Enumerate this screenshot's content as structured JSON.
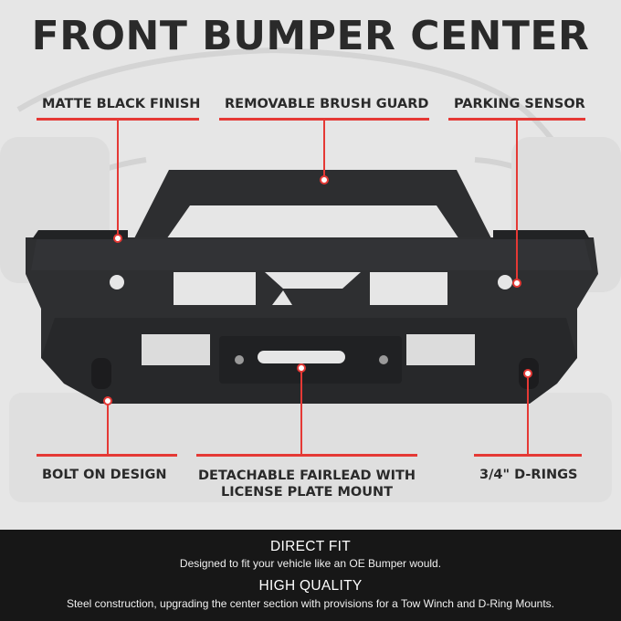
{
  "title": "FRONT BUMPER CENTER",
  "callouts": {
    "matte": "MATTE BLACK FINISH",
    "brush": "REMOVABLE BRUSH GUARD",
    "parking": "PARKING SENSOR",
    "bolt": "BOLT ON DESIGN",
    "fairlead_line1": "DETACHABLE FAIRLEAD WITH",
    "fairlead_line2": "LICENSE PLATE MOUNT",
    "drings": "3/4\" D-RINGS"
  },
  "footer": {
    "heading1": "DIRECT FIT",
    "text1": "Designed to fit your vehicle like an OE Bumper would.",
    "heading2": "HIGH QUALITY",
    "text2": "Steel construction, upgrading the center section with provisions for a Tow Winch and D-Ring Mounts."
  },
  "colors": {
    "accent": "#e53935",
    "footer_bg": "#171717",
    "bumper": "#2b2c2e"
  }
}
